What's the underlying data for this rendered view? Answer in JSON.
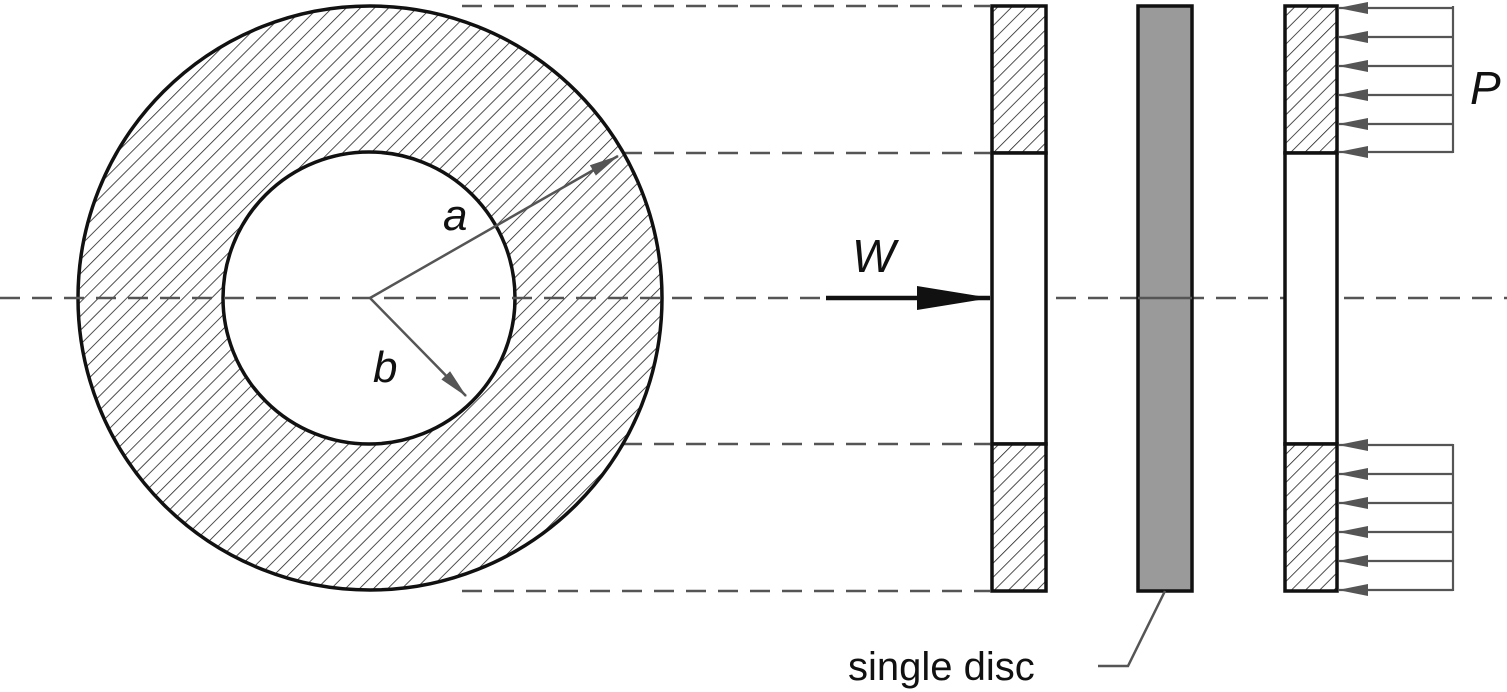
{
  "labels": {
    "outer_radius": "a",
    "inner_radius": "b",
    "load": "W",
    "pressure": "P",
    "callout": "single disc"
  },
  "colors": {
    "outline": "#111111",
    "dimension_line": "#555555",
    "hatch": "#222222",
    "disc_fill": "#9a9a9a",
    "background": "#ffffff"
  }
}
